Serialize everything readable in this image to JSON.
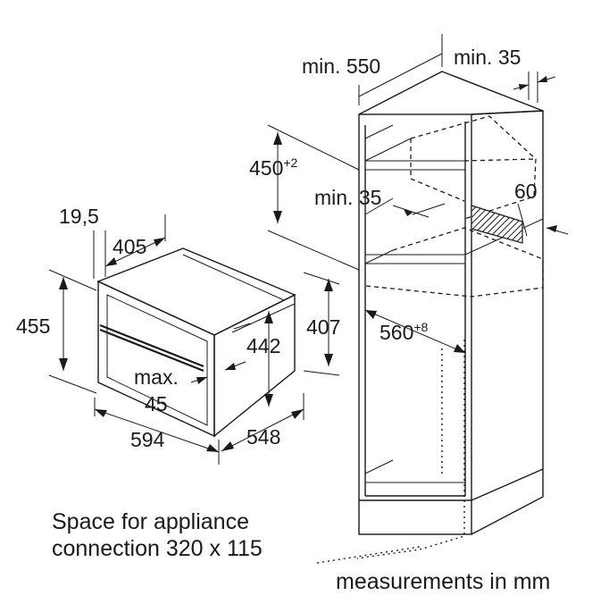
{
  "oven": {
    "depth_offset": "19,5",
    "body_depth": "405",
    "height": "455",
    "inner_height": "442",
    "niche_height": "407",
    "max_label": "max.",
    "max_value": "45",
    "width": "594",
    "niche_depth": "548"
  },
  "cabinet": {
    "min_depth": "min. 550",
    "min_back": "min. 35",
    "niche_height": "450",
    "niche_height_tol": "+2",
    "min_shelf_gap": "min. 35",
    "shelf_depth": "60",
    "niche_width": "560",
    "niche_width_tol": "+8"
  },
  "notes": {
    "connection_line1": "Space for appliance",
    "connection_line2": "connection 320 x 115",
    "units": "measurements in mm"
  },
  "colors": {
    "line": "#1a1a1a",
    "background": "#ffffff"
  }
}
